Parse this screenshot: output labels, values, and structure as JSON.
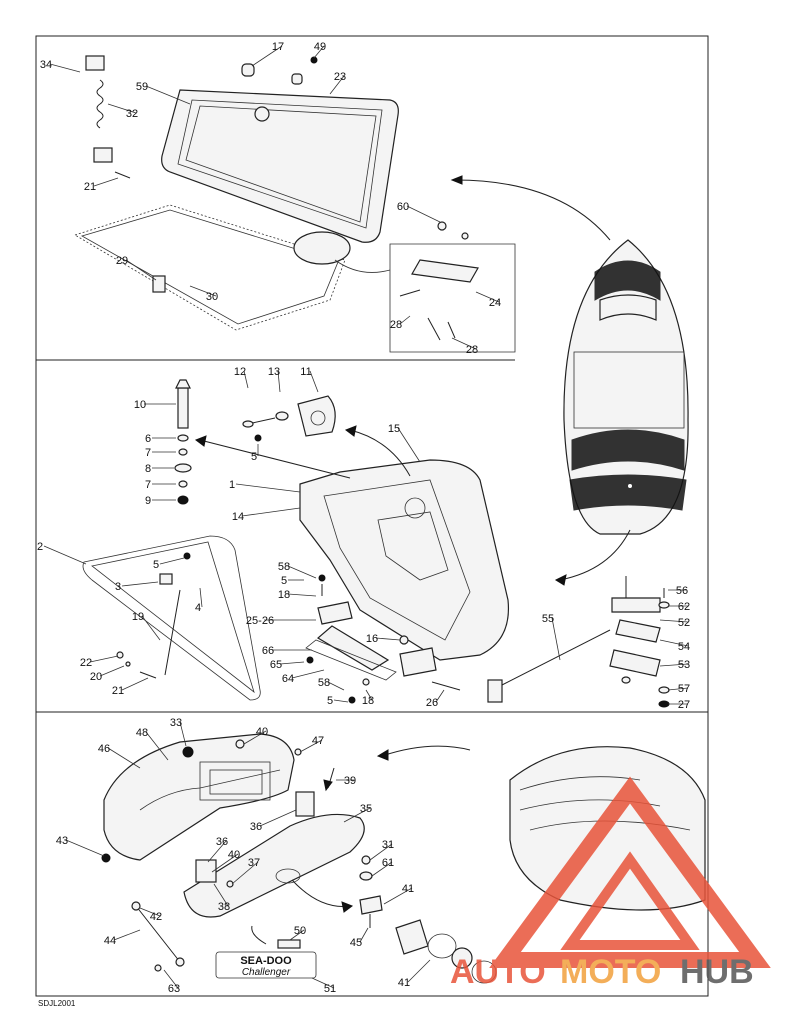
{
  "watermark": {
    "left": "AUTO",
    "mid": "MOTO",
    "right": "HUB",
    "color_left": "#e8543a",
    "color_mid": "#f2a03d",
    "color_right": "#555555"
  },
  "diagram_code": "SDJL2001",
  "brand_decal": {
    "line1": "SEA-DOO",
    "line2": "Challenger"
  },
  "labels": [
    "1",
    "2",
    "3",
    "4",
    "5",
    "6",
    "7",
    "8",
    "9",
    "10",
    "11",
    "12",
    "13",
    "14",
    "15",
    "16",
    "17",
    "18",
    "19",
    "20",
    "21",
    "22",
    "23",
    "24",
    "25-26",
    "26",
    "27",
    "28",
    "29",
    "30",
    "31",
    "32",
    "33",
    "34",
    "35",
    "36",
    "37",
    "38",
    "39",
    "40",
    "41",
    "42",
    "43",
    "44",
    "45",
    "46",
    "47",
    "48",
    "49",
    "50",
    "51",
    "52",
    "53",
    "54",
    "55",
    "56",
    "57",
    "58",
    "59",
    "60",
    "61",
    "62",
    "63",
    "64",
    "65",
    "66"
  ]
}
